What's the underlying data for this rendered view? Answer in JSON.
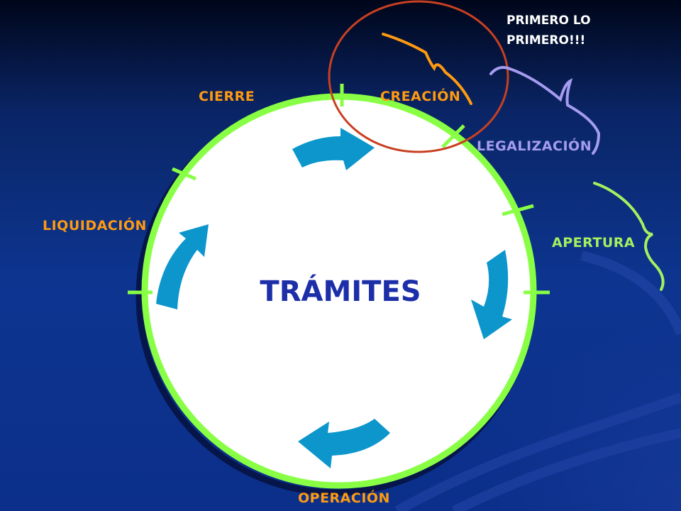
{
  "title": "TRÁMITES",
  "note": {
    "line1": "PRIMERO LO",
    "line2": "PRIMERO!!!"
  },
  "stages": {
    "creacion": "CREACIÓN",
    "legalizacion": "LEGALIZACIÓN",
    "apertura": "APERTURA",
    "operacion": "OPERACIÓN",
    "liquidacion": "LIQUIDACIÓN",
    "cierre": "CIERRE"
  },
  "colors": {
    "ring": "#88ff44",
    "arrows": "#0c96cc",
    "title": "#1c2fa8",
    "creacion": "#ff9a10",
    "legalizacion": "#a59cf0",
    "apertura": "#a4f060",
    "operacion": "#ff9a10",
    "liquidacion": "#ff9a10",
    "cierre": "#ff9a10",
    "note": "#ffffff",
    "highlight_circle": "#c84020"
  }
}
